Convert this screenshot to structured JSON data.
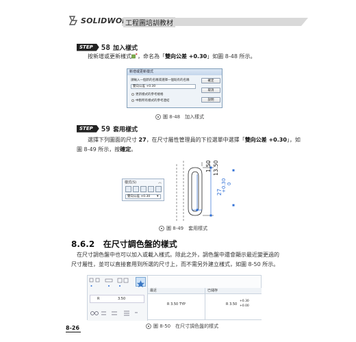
{
  "header": {
    "brand": "SOLIDWORKS",
    "tag": "工程圖培訓教材"
  },
  "step58": {
    "badge": "STEP",
    "number": "58",
    "title": "加入樣式",
    "text_pre": "按新增或更新樣式",
    "text_mid": "，命名為「",
    "text_bold": "雙向公差 +0.30",
    "text_post": "」如圖 8-48 所示。"
  },
  "dialog": {
    "title": "新增或更新樣式",
    "prompt": "請輸入一個新的名稱或選擇一個既有的名稱",
    "input_value": "雙向公差 +0.30",
    "option1": "更新樣式的參考規格",
    "option2": "中斷所有樣式的參考連結",
    "ok": "確定",
    "cancel": "取消",
    "help": "說明"
  },
  "fig48_caption": "圖 8-48　加入樣式",
  "step59": {
    "badge": "STEP",
    "number": "59",
    "title": "套用樣式",
    "line1_pre": "選擇下列圖面的尺寸 ",
    "line1_num": "27",
    "line1_mid": "，在尺寸屬性管理員的下拉選單中選擇「",
    "line1_bold": "雙向公差 +0.30",
    "line1_post": "」，如",
    "line2_pre": "圖 8-49 所示，按",
    "line2_bold": "確定",
    "line2_post": "。"
  },
  "fig49": {
    "panel_title": "樣式(S)",
    "select_value": "雙向公差 +0.30",
    "dim_top1": "1.50",
    "dim_top2": "13.50",
    "dim_side": "27",
    "dim_tol_plus": "+0.30",
    "dim_tol_zero": "0"
  },
  "fig49_caption": "圖 8-49　套用樣式",
  "section": {
    "number": "8.6.2",
    "title": "在尺寸調色盤的樣式"
  },
  "para862": {
    "line1": "在尺寸調色盤中也可以加入或載入樣式。除此之外，調色盤中還會顯示最近變更過的",
    "line2": "尺寸屬性，並可以直接套用到所選的尺寸上，而不需另外建立樣式，如圖 8-50 所示。"
  },
  "fig50": {
    "field_label": "R",
    "field_value": "3.50",
    "col1_header": "最近",
    "col1_value": "R 3.50 TYP",
    "col2_header": "已儲存",
    "col2_value": "R 3.50",
    "col2_tol_plus": "+0.30",
    "col2_tol_zero": "+0.00"
  },
  "fig50_caption": "圖 8-50　在尺寸調色盤的樣式",
  "page_number": "8-26",
  "colors": {
    "dim_blue": "#2f6fd6",
    "header_gray": "#d9d9d9"
  }
}
